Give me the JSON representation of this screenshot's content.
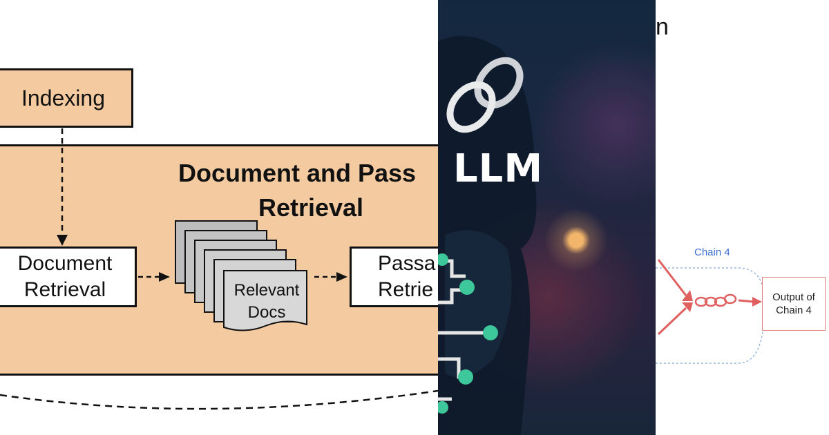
{
  "left_diagram": {
    "indexing_label": "Indexing",
    "frame_title_line1": "Document and Pass",
    "frame_title_line2": "Retrieval",
    "document_retrieval_line1": "Document",
    "document_retrieval_line2": "Retrieval",
    "relevant_docs_line1": "Relevant",
    "relevant_docs_line2": "Docs",
    "passage_retrieval_line1": "Passa",
    "passage_retrieval_line2": "Retrie",
    "colors": {
      "box_fill": "#f4cba0",
      "stroke": "#111111"
    }
  },
  "middle_image": {
    "title": "LLM",
    "icons": [
      "chain-link-icon",
      "circuit-icon"
    ],
    "colors": {
      "accent_dot": "#3ec79a",
      "text": "#ffffff"
    }
  },
  "right_diagram": {
    "top_glyph": "n",
    "chain_label": "Chain 4",
    "output_line1": "Output of",
    "output_line2": "Chain 4",
    "icons": [
      "chain-link-icon"
    ],
    "colors": {
      "label": "#3b6dd1",
      "arrow": "#e06060",
      "box_border": "#e08080"
    }
  }
}
